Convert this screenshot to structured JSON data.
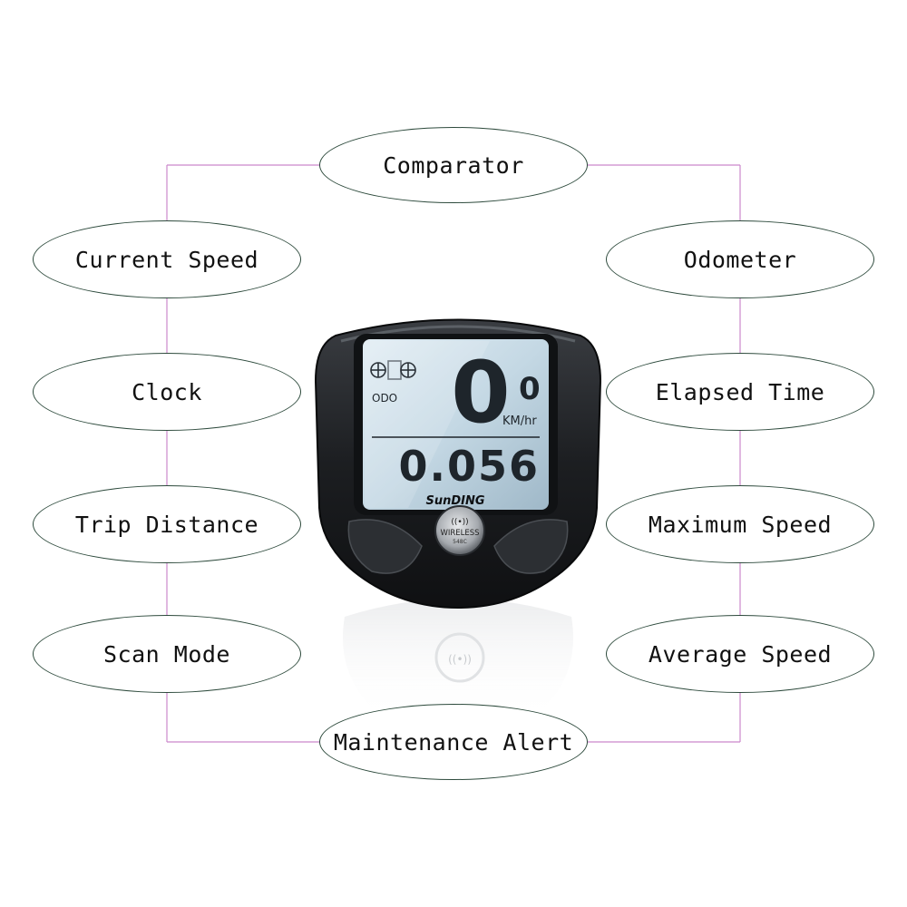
{
  "features": {
    "comparator": "Comparator",
    "current_speed": "Current Speed",
    "odometer": "Odometer",
    "clock": "Clock",
    "elapsed_time": "Elapsed Time",
    "trip_distance": "Trip Distance",
    "maximum_speed": "Maximum Speed",
    "scan_mode": "Scan Mode",
    "average_speed": "Average Speed",
    "maintenance_alert": "Maintenance Alert"
  },
  "device": {
    "mode_label": "ODO",
    "speed_main": "0",
    "speed_decimal": "0",
    "speed_unit": "KM/hr",
    "distance_readout": "0.056",
    "brand": "SunDING",
    "button_label": "WIRELESS",
    "model": "548C"
  },
  "colors": {
    "connector": "#cc88cc",
    "oval_border": "#2d4a3c",
    "device_body": "#1b1d20",
    "lcd_background": "#c9dbe6",
    "lcd_digits": "#1e252b"
  }
}
